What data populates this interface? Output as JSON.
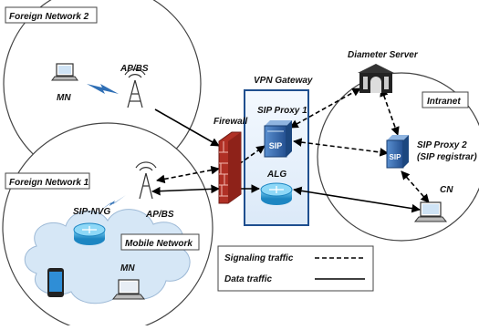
{
  "labels": {
    "foreign_network_2": "Foreign Network 2",
    "foreign_network_1": "Foreign Network 1",
    "intranet": "Intranet",
    "mobile_network": "Mobile Network",
    "vpn_gateway": "VPN Gateway",
    "diameter_server": "Diameter Server",
    "firewall": "Firewall",
    "sip_proxy_1": "SIP Proxy 1",
    "alg": "ALG",
    "sip_proxy_2_line1": "SIP Proxy 2",
    "sip_proxy_2_line2": "(SIP registrar)",
    "cn": "CN",
    "mn_top": "MN",
    "ap_bs_top": "AP/BS",
    "ap_bs_bottom": "AP/BS",
    "sip_nvg": "SIP-NVG",
    "mn_bottom": "MN",
    "sip_glyph_1": "SIP",
    "sip_glyph_2": "SIP"
  },
  "legend": {
    "signaling": "Signaling traffic",
    "data": "Data traffic"
  },
  "colors": {
    "device_blue": "#2f6fb5",
    "router_cyan": "#3fb0e0",
    "firewall_red": "#c0392b",
    "cloud_blue": "#cfe3f5"
  }
}
